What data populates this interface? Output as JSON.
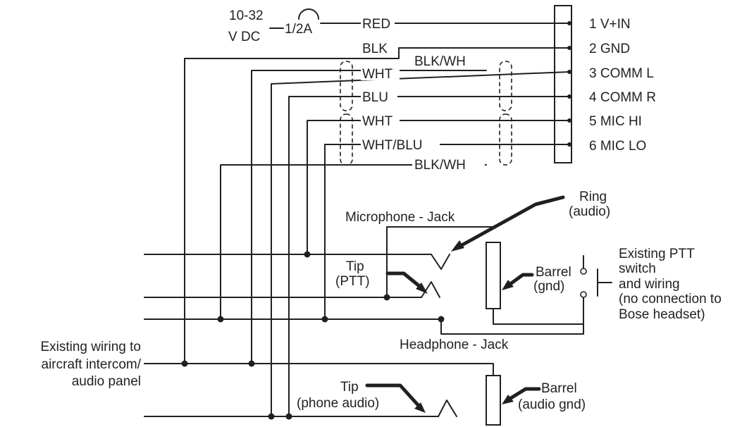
{
  "power": {
    "voltage_line1": "10-32",
    "voltage_line2": "V DC",
    "fuse": "1/2A"
  },
  "wire_colors": {
    "red": "RED",
    "blk": "BLK",
    "blk_wh_upper": "BLK/WH",
    "wht_comm": "WHT",
    "blu": "BLU",
    "wht_mic": "WHT",
    "wht_blu": "WHT/BLU",
    "blk_wh_lower": "BLK/WH"
  },
  "connector_pins": [
    "1 V+IN",
    "2 GND",
    "3 COMM L",
    "4 COMM R",
    "5 MIC HI",
    "6 MIC LO"
  ],
  "labels": {
    "ring_line1": "Ring",
    "ring_line2": "(audio)",
    "microphone_jack": "Microphone - Jack",
    "tip_ptt_line1": "Tip",
    "tip_ptt_line2": "(PTT)",
    "barrel_gnd_line1": "Barrel",
    "barrel_gnd_line2": "(gnd)",
    "ptt_line1": "Existing PTT",
    "ptt_line2": "switch",
    "ptt_line3": "and wiring",
    "ptt_line4": "(no connection to",
    "ptt_line5": "Bose headset)",
    "headphone_jack": "Headphone - Jack",
    "existing_line1": "Existing wiring to",
    "existing_line2": "aircraft intercom/",
    "existing_line3": "audio panel",
    "tip_phone_line1": "Tip",
    "tip_phone_line2": "(phone audio)",
    "barrel_audio_line1": "Barrel",
    "barrel_audio_line2": "(audio gnd)"
  }
}
